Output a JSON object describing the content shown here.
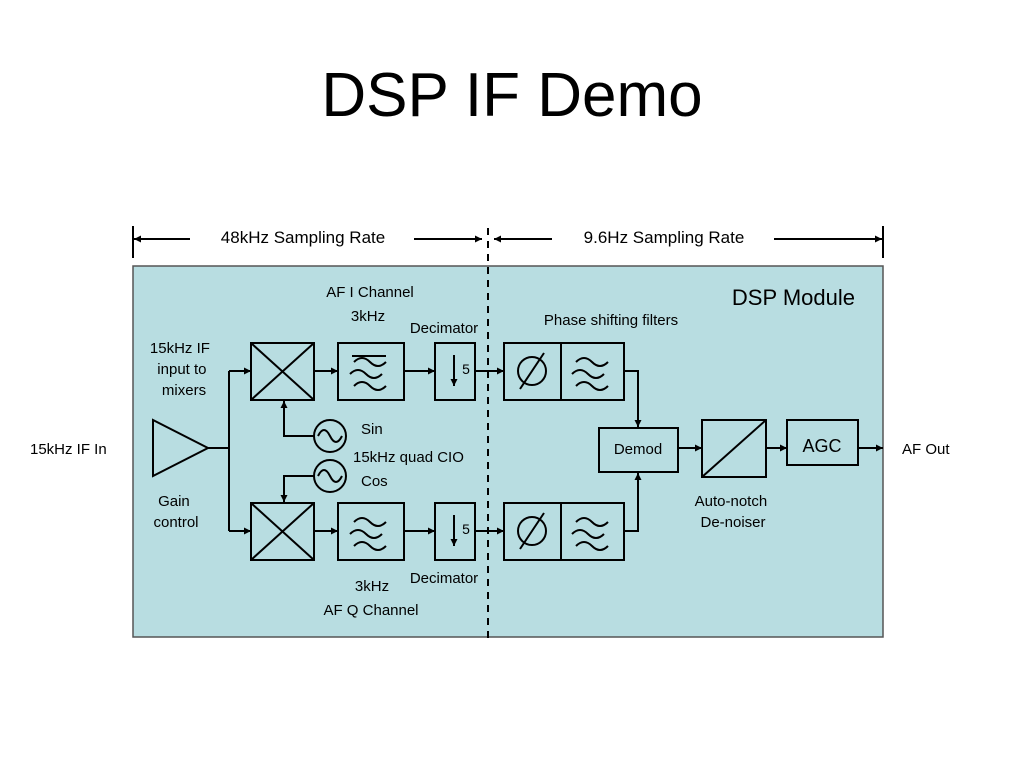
{
  "slide": {
    "title": "DSP IF Demo"
  },
  "rates": {
    "left": "48kHz Sampling Rate",
    "right": "9.6Hz Sampling Rate"
  },
  "module": {
    "label": "DSP Module",
    "background": "#b8dde1"
  },
  "io": {
    "input": "15kHz IF In",
    "output": "AF Out"
  },
  "labels": {
    "gain": [
      "Gain",
      "control"
    ],
    "if_input": [
      "15kHz IF",
      "input to",
      "mixers"
    ],
    "af_i_channel": "AF I Channel",
    "af_q_channel": "AF Q Channel",
    "lpf_i": "3kHz",
    "lpf_q": "3kHz",
    "decimator_i": "Decimator",
    "decimator_q": "Decimator",
    "decimation_i": "5",
    "decimation_q": "5",
    "sin": "Sin",
    "cos": "Cos",
    "oscillator": "15kHz quad CIO",
    "phase_filters": "Phase shifting filters",
    "demod": "Demod",
    "denoiser": [
      "Auto-notch",
      "De-noiser"
    ],
    "agc": "AGC"
  }
}
